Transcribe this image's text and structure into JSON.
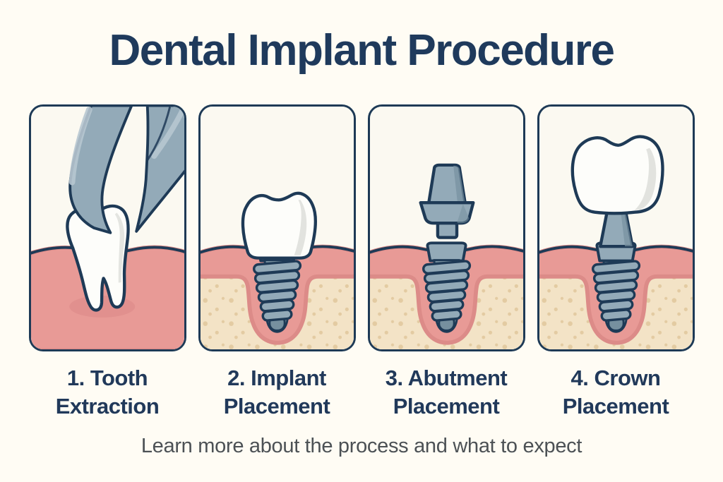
{
  "title": "Dental Implant Procedure",
  "footer": "Learn more about the process and what to expect",
  "steps": [
    {
      "label_line1": "1. Tooth",
      "label_line2": "Extraction",
      "illustration_icon": "forceps-extracting-tooth-icon"
    },
    {
      "label_line1": "2. Implant",
      "label_line2": "Placement",
      "illustration_icon": "crown-on-implant-in-gum-icon"
    },
    {
      "label_line1": "3. Abutment",
      "label_line2": "Placement",
      "illustration_icon": "abutment-above-implant-icon"
    },
    {
      "label_line1": "4. Crown",
      "label_line2": "Placement",
      "illustration_icon": "crown-above-abutment-implant-icon"
    }
  ],
  "colors": {
    "bg": "#FFFCF4",
    "panel_bg": "#FBF9F1",
    "outline": "#1E3A56",
    "title_text": "#1F3A5C",
    "label_text": "#21395A",
    "footer_text": "#4C5155",
    "gum": "#E89A96",
    "gum_shadow": "#DC8B88",
    "bone": "#F3E3C6",
    "bone_dot": "#E3CBA2",
    "metal": "#93AAB8",
    "metal_dark": "#76909F",
    "metal_light": "#B7C7D0",
    "tooth": "#FDFDFA",
    "tooth_shadow": "#DFE0DC"
  }
}
